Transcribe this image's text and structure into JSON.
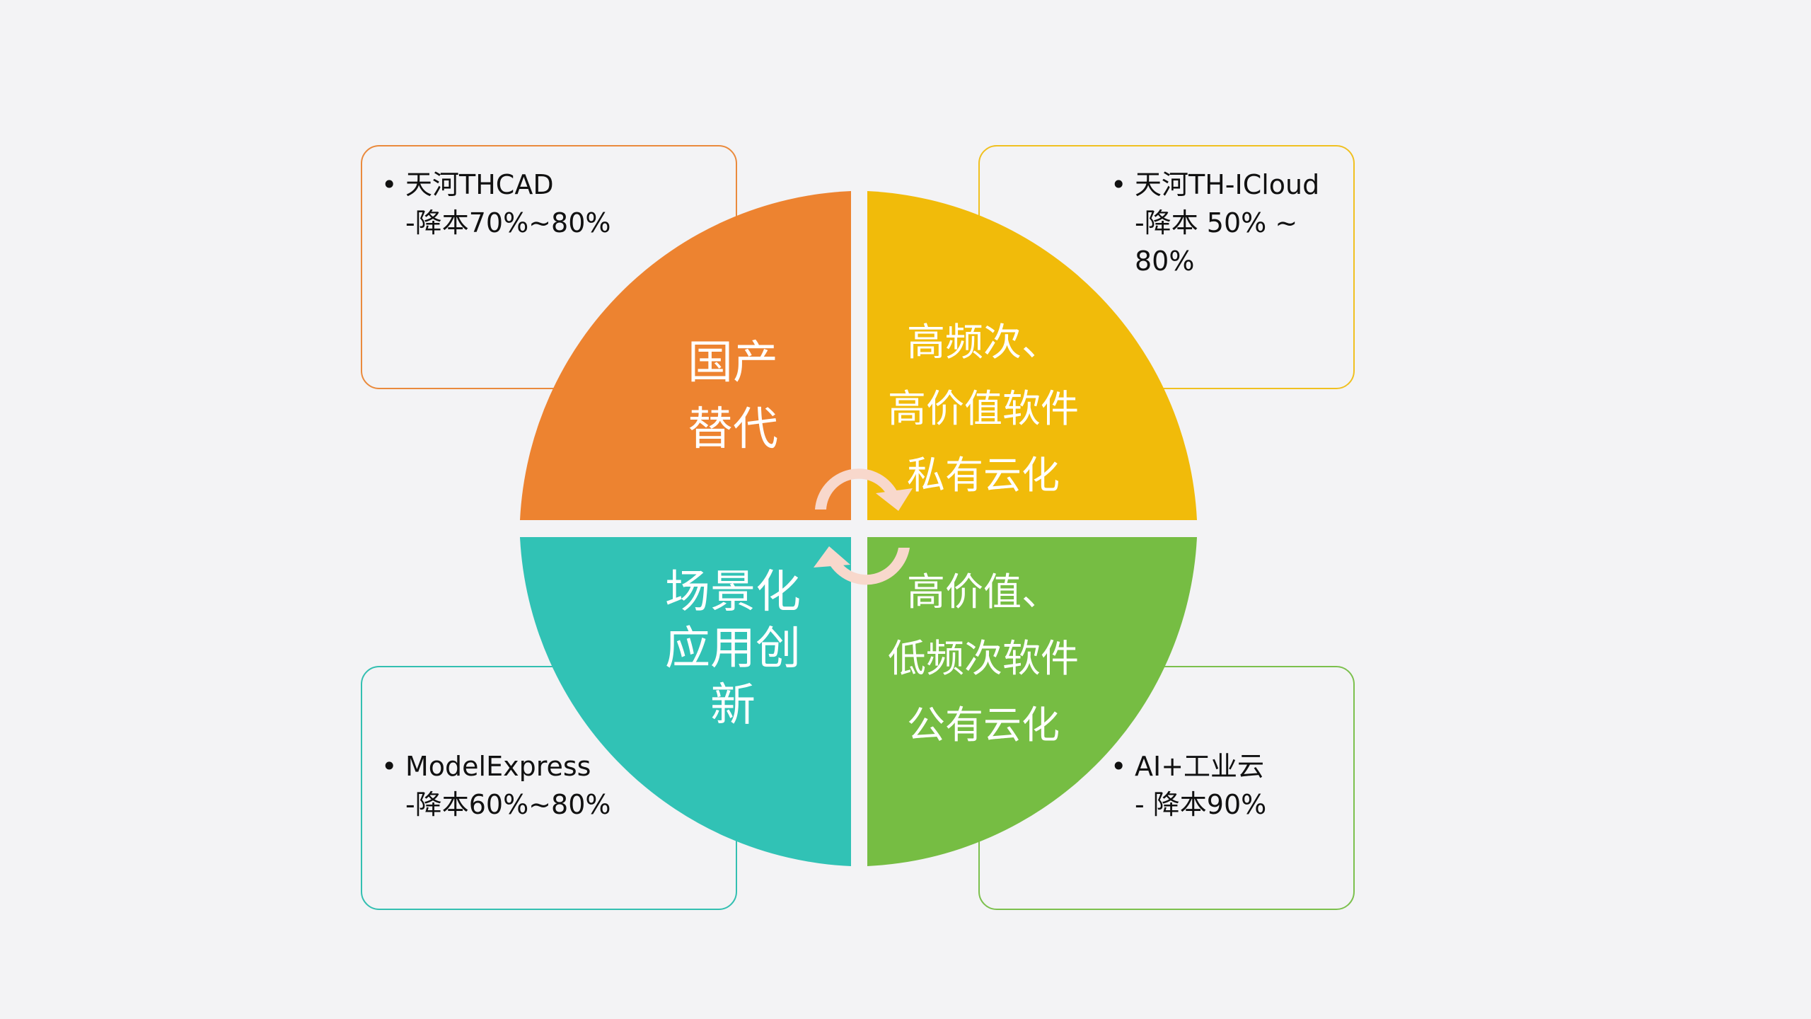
{
  "colors": {
    "background": "#f3f3f5",
    "orange": "#ed8330",
    "yellow": "#f1bb0a",
    "teal": "#31c2b5",
    "green": "#76bd43",
    "arrow": "#f8d8cc"
  },
  "quadrants": {
    "top_left": {
      "lines": [
        "国产",
        "替代"
      ]
    },
    "top_right": {
      "lines": [
        "高频次、",
        "高价值软件",
        "私有云化"
      ]
    },
    "bottom_left": {
      "lines": [
        "场景化",
        "应用创",
        "新"
      ]
    },
    "bottom_right": {
      "lines": [
        "高价值、",
        "低频次软件",
        "公有云化"
      ]
    }
  },
  "boxes": {
    "top_left": {
      "bullet": "•",
      "lines": [
        "天河THCAD",
        "-降本70%~80%"
      ]
    },
    "top_right": {
      "bullet": "•",
      "lines": [
        "天河TH-ICloud",
        "-降本 50% ~",
        "80%"
      ]
    },
    "bottom_left": {
      "bullet": "•",
      "lines": [
        "ModelExpress",
        "-降本60%~80%"
      ]
    },
    "bottom_right": {
      "bullet": "•",
      "lines": [
        "AI+工业云",
        "- 降本90%"
      ]
    }
  },
  "center_icon": "circular-arrows-icon"
}
